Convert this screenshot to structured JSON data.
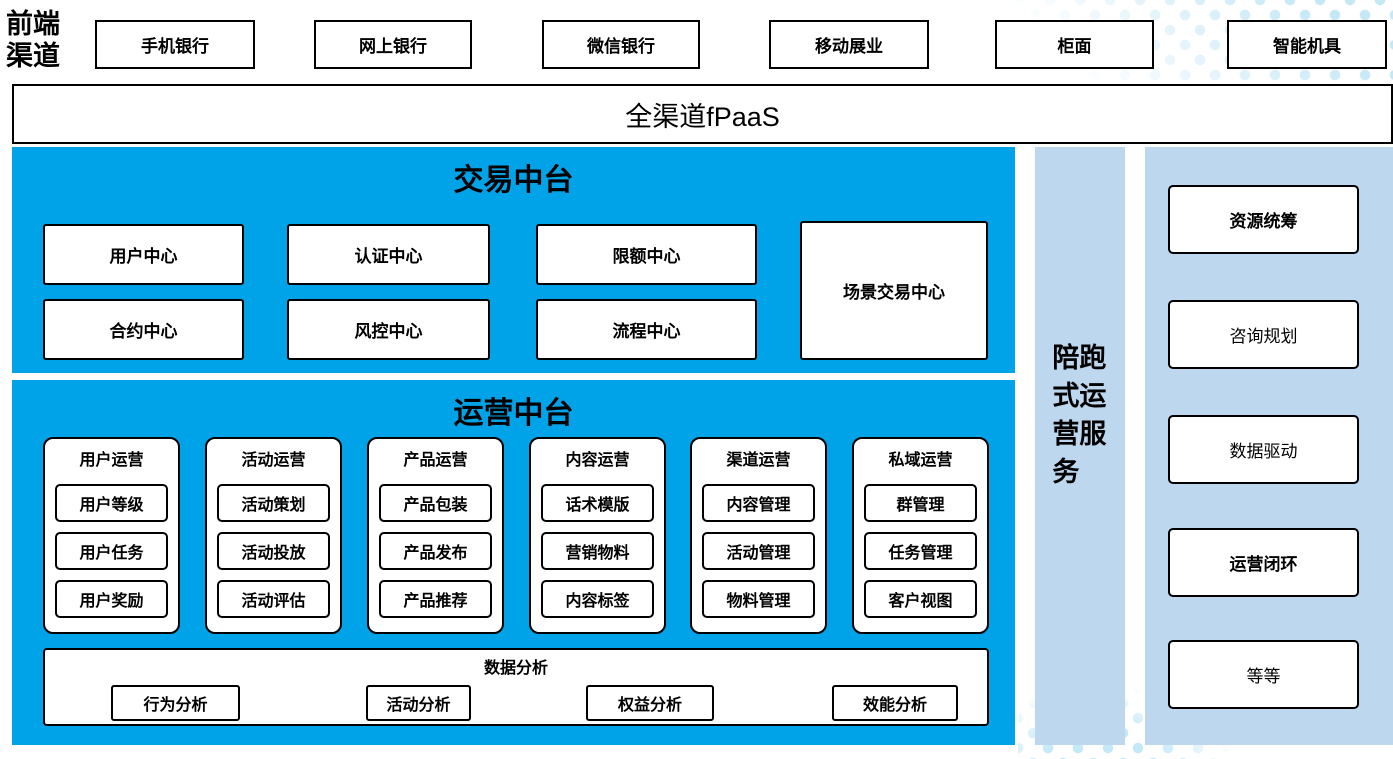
{
  "channels": {
    "label": "前端渠道",
    "items": [
      "手机银行",
      "网上银行",
      "微信银行",
      "移动展业",
      "柜面",
      "智能机具"
    ]
  },
  "fpaas": {
    "title": "全渠道fPaaS"
  },
  "transaction": {
    "title": "交易中台",
    "row1": [
      "用户中心",
      "认证中心",
      "限额中心"
    ],
    "row2": [
      "合约中心",
      "风控中心",
      "流程中心"
    ],
    "side_box": "场景交易中心"
  },
  "operations": {
    "title": "运营中台",
    "groups": [
      {
        "title": "用户运营",
        "items": [
          "用户等级",
          "用户任务",
          "用户奖励"
        ]
      },
      {
        "title": "活动运营",
        "items": [
          "活动策划",
          "活动投放",
          "活动评估"
        ]
      },
      {
        "title": "产品运营",
        "items": [
          "产品包装",
          "产品发布",
          "产品推荐"
        ]
      },
      {
        "title": "内容运营",
        "items": [
          "话术模版",
          "营销物料",
          "内容标签"
        ]
      },
      {
        "title": "渠道运营",
        "items": [
          "内容管理",
          "活动管理",
          "物料管理"
        ]
      },
      {
        "title": "私域运营",
        "items": [
          "群管理",
          "任务管理",
          "客户视图"
        ]
      }
    ],
    "analysis": {
      "title": "数据分析",
      "items": [
        "行为分析",
        "活动分析",
        "权益分析",
        "效能分析"
      ]
    }
  },
  "service_strip": {
    "label": "陪跑式运营服务"
  },
  "right_panel": {
    "items": [
      {
        "label": "资源统筹"
      },
      {
        "label": "咨询规划"
      },
      {
        "label": "数据驱动"
      },
      {
        "label": "运营闭环"
      },
      {
        "label": "等等"
      }
    ]
  },
  "colors": {
    "primary_blue": "#00a2e8",
    "light_blue": "#bdd7ee",
    "dot_blue": "#c5e8f7"
  }
}
